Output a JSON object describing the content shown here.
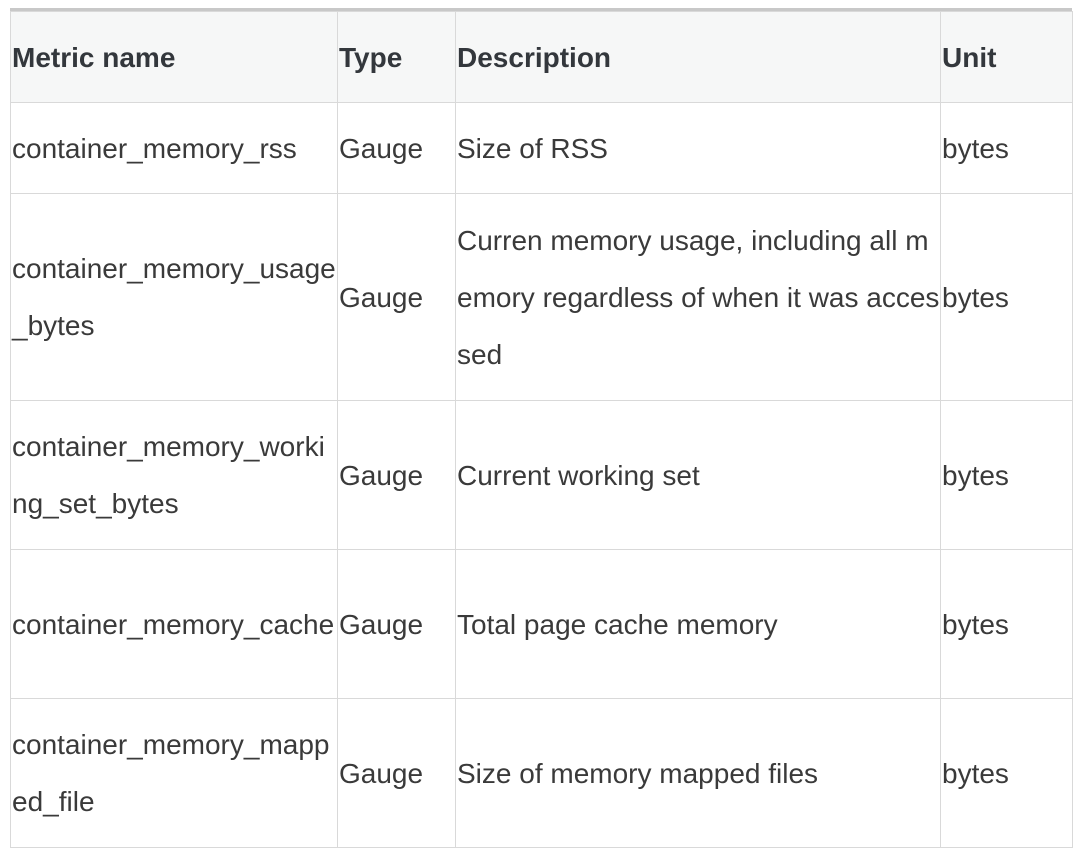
{
  "table": {
    "headers": [
      "Metric name",
      "Type",
      "Description",
      "Unit"
    ],
    "rows": [
      {
        "metric": "container_memory_rss",
        "type": "Gauge",
        "description": "Size of RSS",
        "unit": "bytes"
      },
      {
        "metric": "container_memory_usage_bytes",
        "type": "Gauge",
        "description": "Curren memory usage, including all memory regardless of when it was accessed",
        "unit": "bytes"
      },
      {
        "metric": "container_memory_working_set_bytes",
        "type": "Gauge",
        "description": "Current working set",
        "unit": "bytes"
      },
      {
        "metric": "container_memory_cache",
        "type": "Gauge",
        "description": "Total page cache memory",
        "unit": "bytes"
      },
      {
        "metric": "container_memory_mapped_file",
        "type": "Gauge",
        "description": "Size of memory mapped files",
        "unit": "bytes"
      }
    ]
  }
}
